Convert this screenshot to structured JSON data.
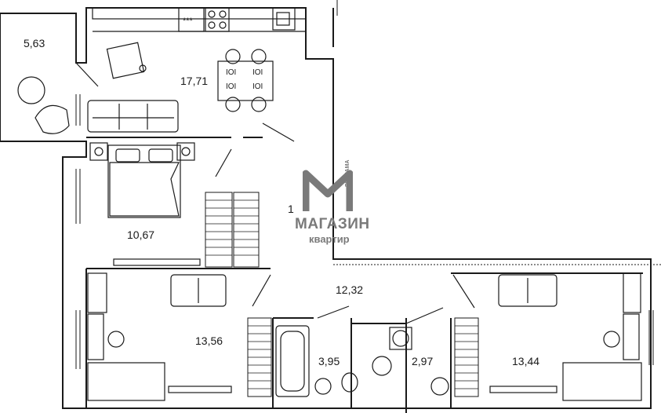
{
  "plan": {
    "rooms": [
      {
        "id": "balcony",
        "area": "5,63"
      },
      {
        "id": "kitchen",
        "area": "17,71"
      },
      {
        "id": "bedroom",
        "area": "10,67"
      },
      {
        "id": "hall",
        "area": "12,32"
      },
      {
        "id": "room_left",
        "area": "13,56"
      },
      {
        "id": "bathroom",
        "area": "3,95"
      },
      {
        "id": "wc",
        "area": "2,97"
      },
      {
        "id": "room_right",
        "area": "13,44"
      }
    ],
    "marker": "1",
    "stove_label": "***"
  },
  "watermark": {
    "name": "МАГАЗИН",
    "subtitle": "квартир",
    "ad": "РЕКЛАМА",
    "color": "#7a7a7a"
  },
  "colors": {
    "wall": "#1a1a1a",
    "background": "#ffffff"
  }
}
